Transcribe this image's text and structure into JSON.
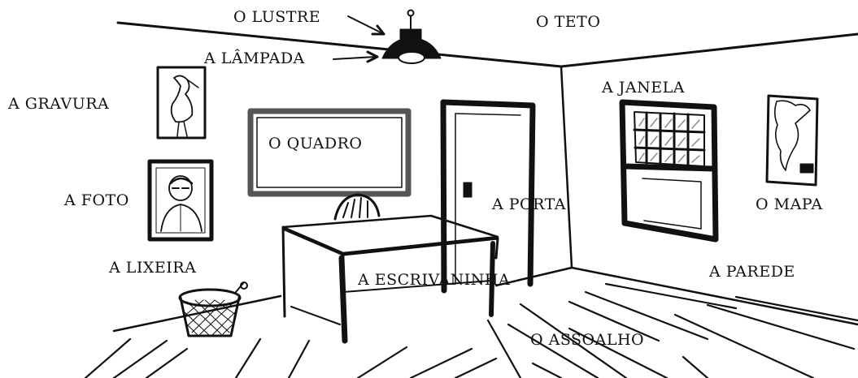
{
  "labels": {
    "lustre": "O LUSTRE",
    "teto": "O TETO",
    "lampada": "A LÂMPADA",
    "gravura": "A GRAVURA",
    "janela": "A JANELA",
    "quadro": "O QUADRO",
    "foto": "A FOTO",
    "porta": "A PORTA",
    "mapa": "O MAPA",
    "lixeira": "A LIXEIRA",
    "escrivaninha": "A ESCRIVANINHA",
    "parede": "A PAREDE",
    "assoalho": "O ASSOALHO"
  },
  "colors": {
    "ink": "#111111",
    "paper": "#ffffff",
    "glass": "#8a8a8a"
  }
}
